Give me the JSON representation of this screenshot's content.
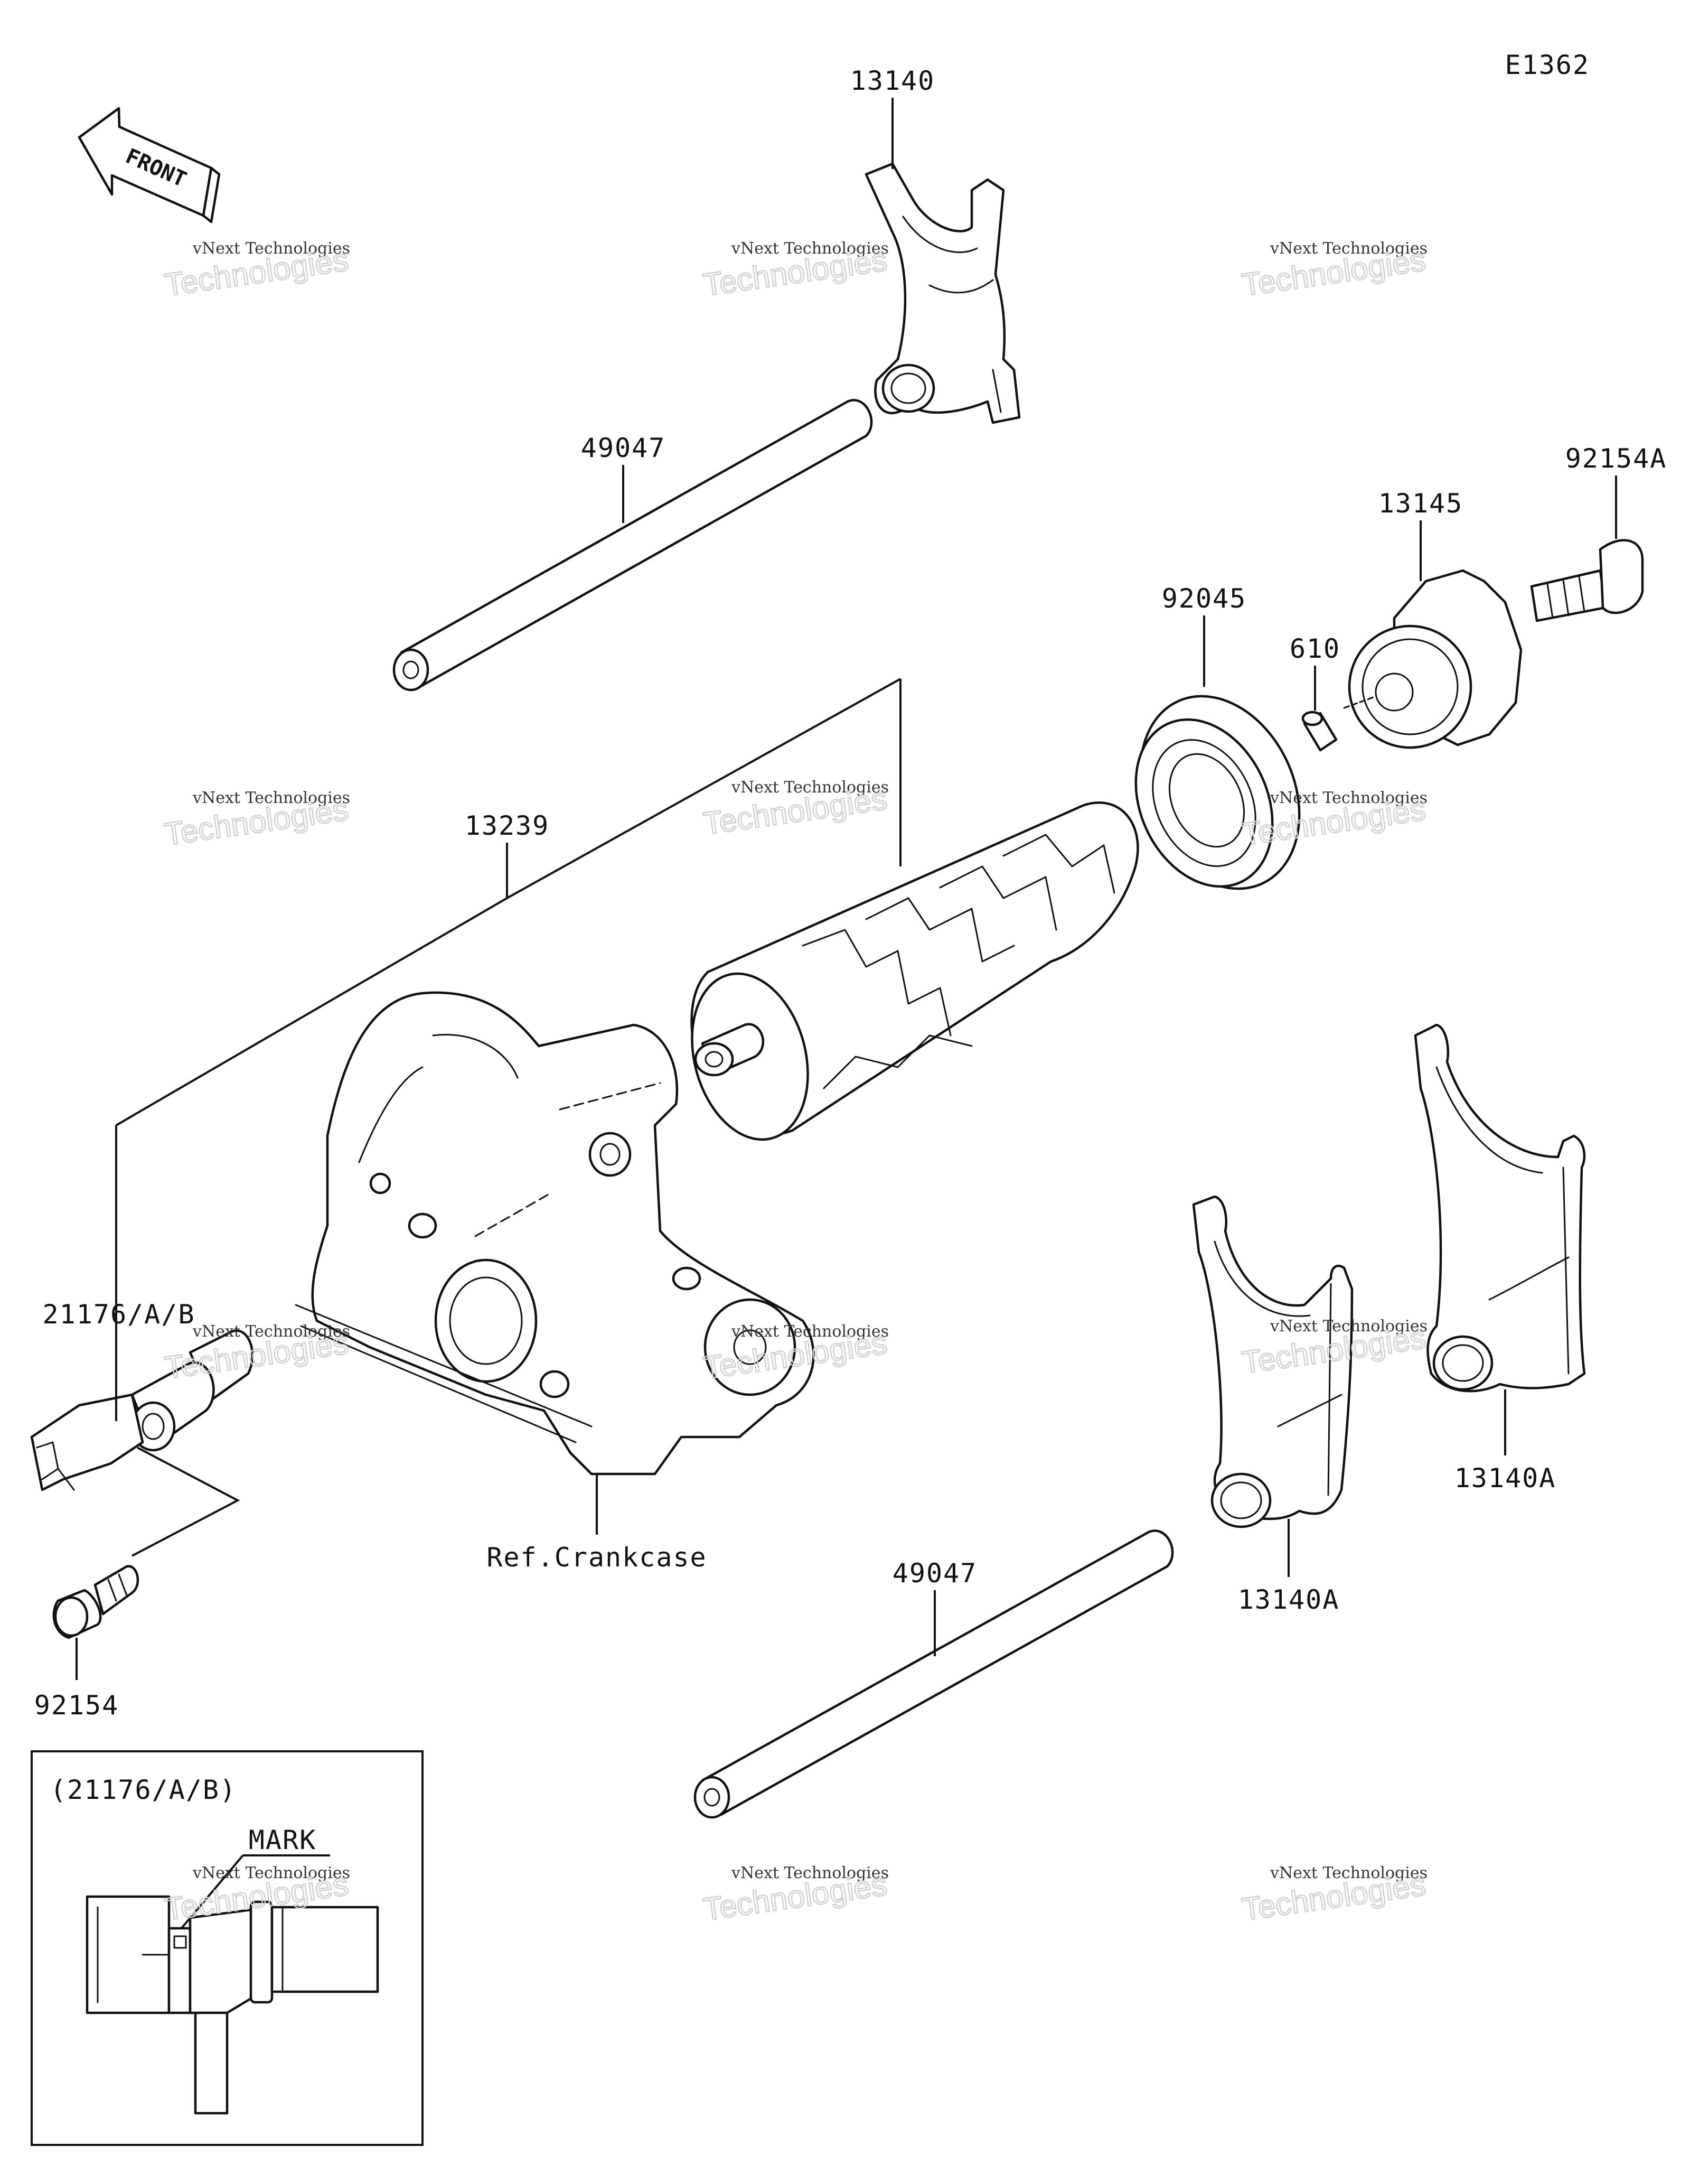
{
  "diagram": {
    "code": "E1362",
    "front_label": "FRONT",
    "parts": {
      "fork_top": "13140",
      "shaft_top": "49047",
      "bolt_right": "92154A",
      "stopper": "13145",
      "bearing": "92045",
      "pin": "610",
      "drum": "13239",
      "sensor": "21176/A/B",
      "crankcase_ref": "Ref.Crankcase",
      "shaft_bottom": "49047",
      "fork_right": "13140A",
      "fork_mid": "13140A",
      "bolt_left": "92154"
    },
    "inset": {
      "title": "(21176/A/B)",
      "mark_label": "MARK"
    },
    "watermark": {
      "line1": "vNext Technologies",
      "line2": "Technologies"
    }
  }
}
